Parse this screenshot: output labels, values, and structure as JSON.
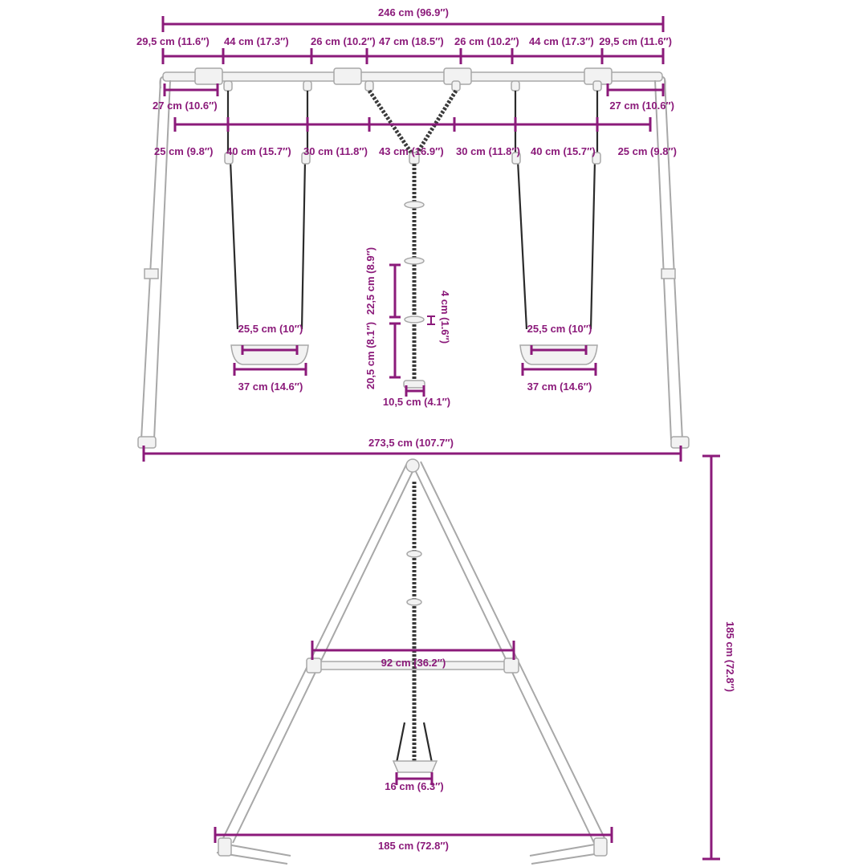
{
  "dimensions": {
    "overall_top": "246 cm (96.9″)",
    "top_seg_1": "29,5 cm (11.6″)",
    "top_seg_2": "44 cm (17.3″)",
    "top_seg_3": "26 cm (10.2″)",
    "top_seg_4": "47 cm (18.5″)",
    "top_seg_5": "26 cm (10.2″)",
    "top_seg_6": "44 cm (17.3″)",
    "top_seg_7": "29,5 cm (11.6″)",
    "end_left": "27 cm (10.6″)",
    "end_right": "27 cm (10.6″)",
    "hook_seg_1": "25 cm (9.8″)",
    "hook_seg_2": "40 cm (15.7″)",
    "hook_seg_3": "30 cm (11.8″)",
    "hook_seg_4": "43 cm (16.9″)",
    "hook_seg_5": "30 cm (11.8″)",
    "hook_seg_6": "40 cm (15.7″)",
    "hook_seg_7": "25 cm (9.8″)",
    "seat_inner_left": "25,5 cm (10″)",
    "seat_outer_left": "37 cm (14.6″)",
    "seat_inner_right": "25,5 cm (10″)",
    "seat_outer_right": "37 cm (14.6″)",
    "ladder_spacing_upper": "22,5 cm (8.9″)",
    "ladder_step_thickness": "4 cm (1.6″)",
    "ladder_spacing_lower": "20,5 cm (8.1″)",
    "ladder_disc_width": "10,5 cm (4.1″)",
    "base_width_front": "273,5 cm (107.7″)",
    "height": "185 cm (72.8″)",
    "crossbar_width": "92 cm (36.2″)",
    "side_seat_width": "16 cm (6.3″)",
    "base_width_side": "185 cm (72.8″)"
  }
}
